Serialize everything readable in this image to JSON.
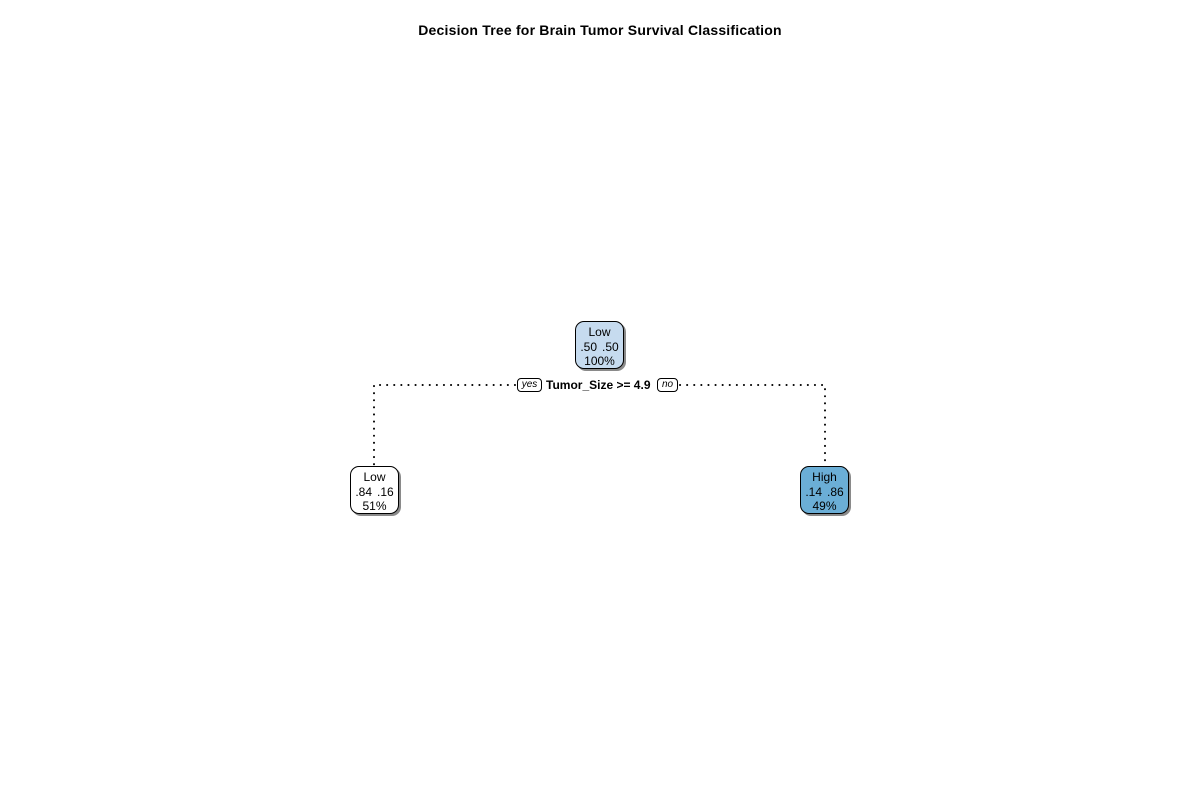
{
  "title": "Decision Tree for Brain Tumor Survival Classification",
  "tree": {
    "root": {
      "class": "Low",
      "prob_low": ".50",
      "prob_high": ".50",
      "percent": "100%",
      "fill": "#c6dbef"
    },
    "split": {
      "label": "Tumor_Size >= 4.9",
      "yes_tag": "yes",
      "no_tag": "no"
    },
    "left": {
      "class": "Low",
      "prob_low": ".84",
      "prob_high": ".16",
      "percent": "51%",
      "fill": "#ffffff"
    },
    "right": {
      "class": "High",
      "prob_low": ".14",
      "prob_high": ".86",
      "percent": "49%",
      "fill": "#6baed6"
    }
  }
}
